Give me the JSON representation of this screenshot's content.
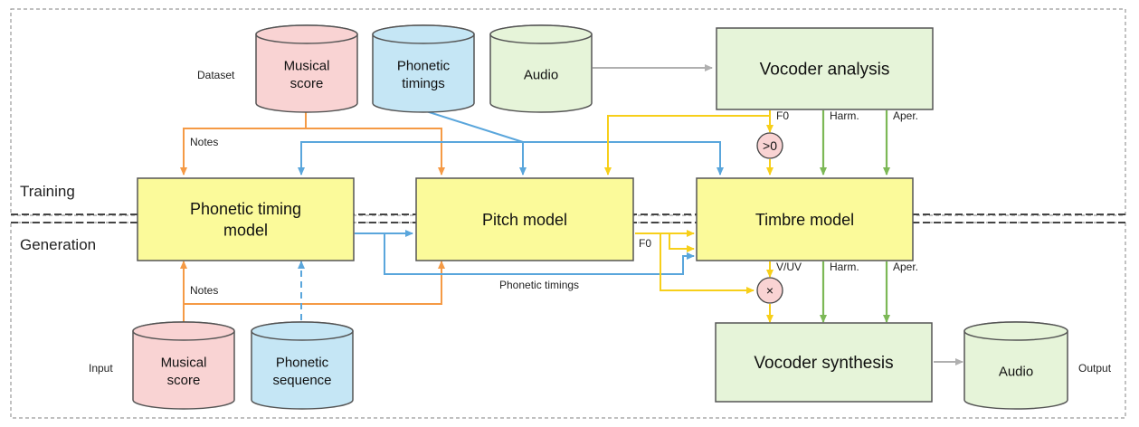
{
  "regions": {
    "training": "Training",
    "generation": "Generation"
  },
  "side_labels": {
    "dataset": "Dataset",
    "input": "Input",
    "output": "Output"
  },
  "datastores": {
    "musical_score_train": [
      "Musical",
      "score"
    ],
    "phonetic_timings_train": [
      "Phonetic",
      "timings"
    ],
    "audio_train": [
      "Audio"
    ],
    "musical_score_gen": [
      "Musical",
      "score"
    ],
    "phonetic_sequence_gen": [
      "Phonetic",
      "sequence"
    ],
    "audio_output": [
      "Audio"
    ]
  },
  "processes": {
    "vocoder_analysis": [
      "Vocoder analysis"
    ],
    "phonetic_timing_model": [
      "Phonetic timing",
      "model"
    ],
    "pitch_model": [
      "Pitch model"
    ],
    "timbre_model": [
      "Timbre model"
    ],
    "vocoder_synthesis": [
      "Vocoder synthesis"
    ]
  },
  "operators": {
    "greater_than_zero": ">0",
    "multiply": "×"
  },
  "edge_labels": {
    "notes_train": "Notes",
    "notes_gen": "Notes",
    "f0_train": "F0",
    "harm_train": "Harm.",
    "aper_train": "Aper.",
    "f0_gen": "F0",
    "vuv_gen": "V/UV",
    "harm_gen": "Harm.",
    "aper_gen": "Aper.",
    "phonetic_timings_gen": "Phonetic timings"
  },
  "colors": {
    "score_fill": "#f9d3d3",
    "phonetic_fill": "#c5e6f5",
    "audio_fill": "#e6f4d9",
    "model_fill": "#fbfa9a",
    "vocoder_fill": "#e6f4d9",
    "orange_flow": "#f59a45",
    "blue_flow": "#5aa6dc",
    "yellow_flow": "#f7cf1a",
    "green_flow": "#7cb856",
    "gray_flow": "#b0b0b0"
  }
}
